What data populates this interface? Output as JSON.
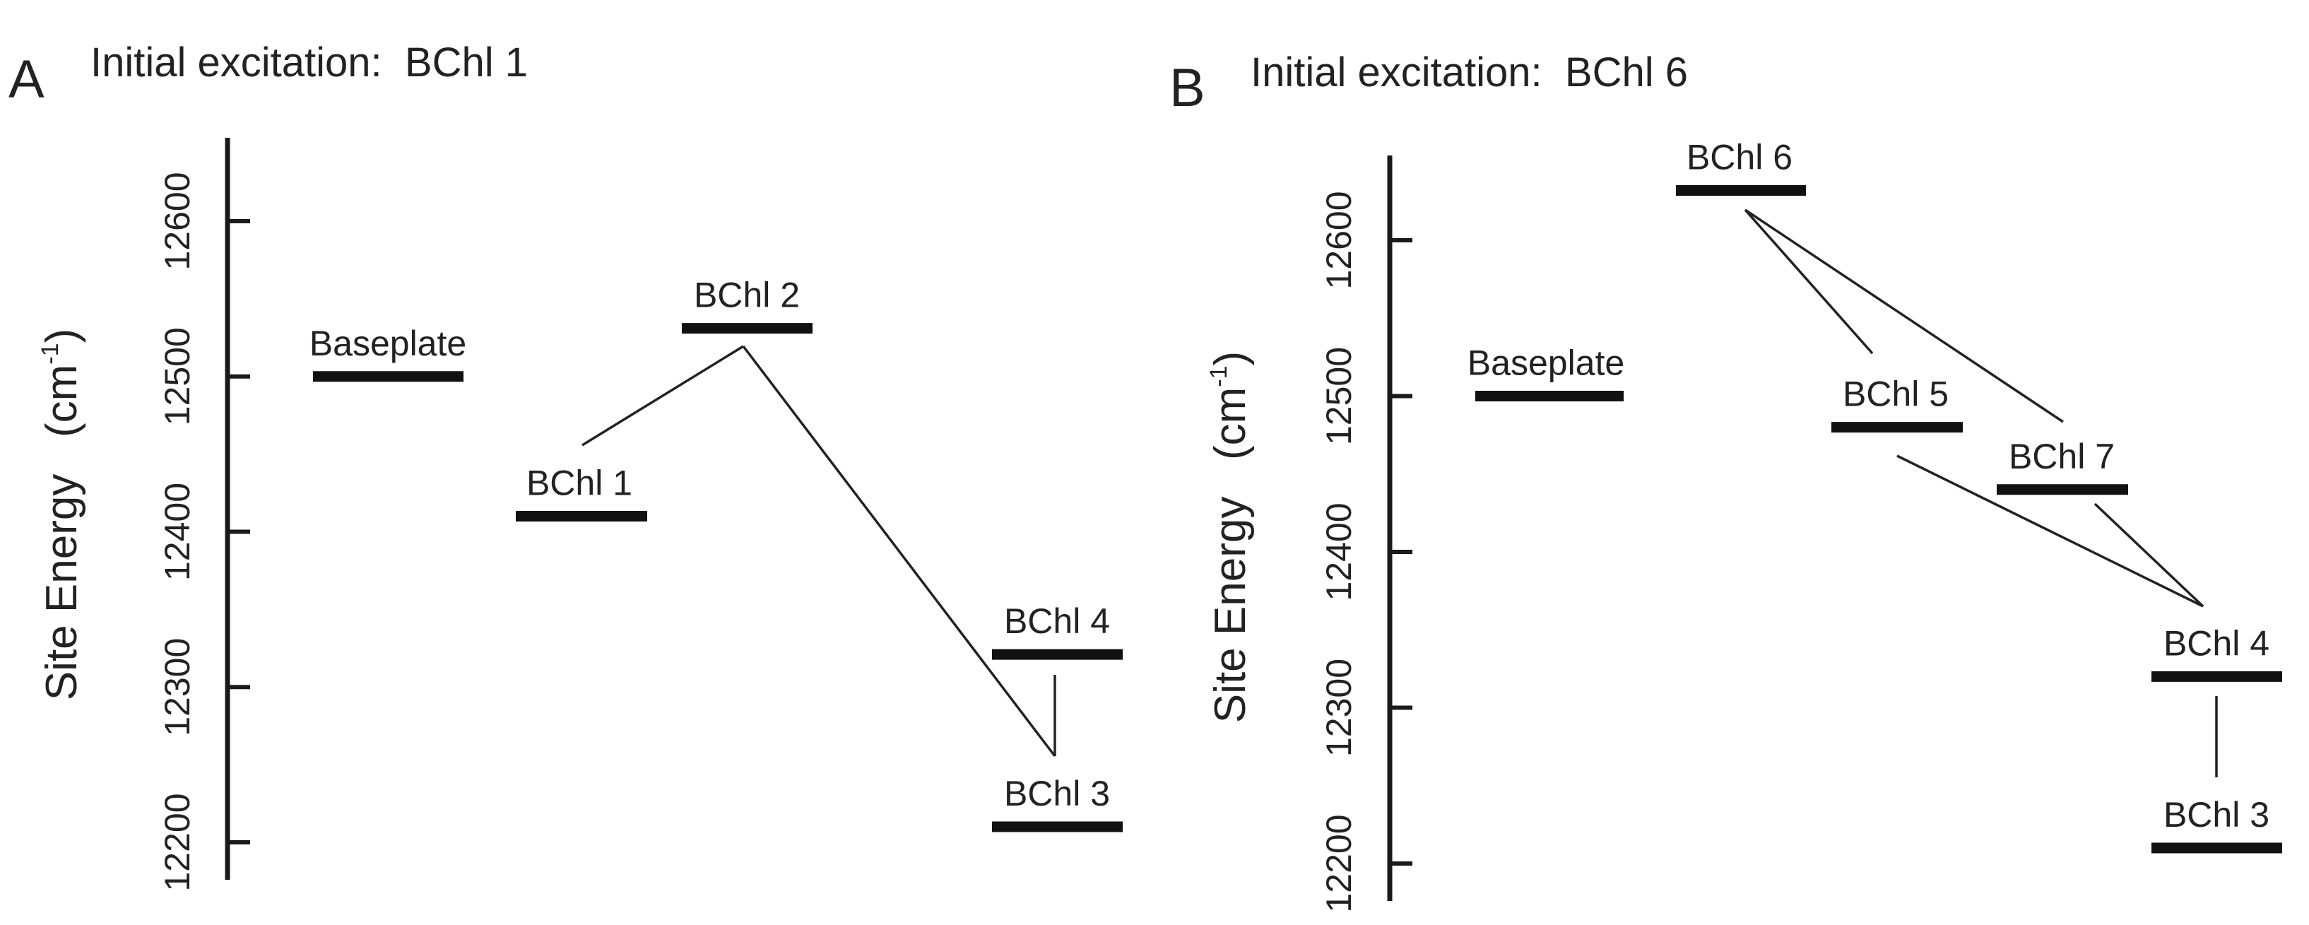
{
  "chart_data": [
    {
      "type": "energy-level-diagram",
      "panel": "A",
      "title_prefix": "Initial excitation:",
      "title_subject": "BChl  1",
      "ylabel": "Site Energy",
      "yunit": "(cm",
      "yunit_sup": "-1",
      "yunit_close": ")",
      "ylim": [
        12180,
        12655
      ],
      "yticks": [
        12200,
        12300,
        12400,
        12500,
        12600
      ],
      "ytick_labels": [
        "12200",
        "12300",
        "12400",
        "12500",
        "12600"
      ],
      "levels": [
        {
          "id": "base",
          "label": "Baseplate",
          "energy": 12500
        },
        {
          "id": "b1",
          "label": "BChl 1",
          "energy": 12410
        },
        {
          "id": "b2",
          "label": "BChl 2",
          "energy": 12531
        },
        {
          "id": "b4",
          "label": "BChl 4",
          "energy": 12321
        },
        {
          "id": "b3",
          "label": "BChl 3",
          "energy": 12210
        }
      ],
      "pathways": [
        [
          "b1",
          "b2"
        ],
        [
          "b2",
          "b3"
        ],
        [
          "b4",
          "b3"
        ]
      ]
    },
    {
      "type": "energy-level-diagram",
      "panel": "B",
      "title_prefix": "Initial excitation:",
      "title_subject": "BChl  6",
      "ylabel": "Site Energy",
      "yunit": "(cm",
      "yunit_sup": "-1",
      "yunit_close": ")",
      "ylim": [
        12175,
        12655
      ],
      "yticks": [
        12200,
        12300,
        12400,
        12500,
        12600
      ],
      "ytick_labels": [
        "12200",
        "12300",
        "12400",
        "12500",
        "12600"
      ],
      "levels": [
        {
          "id": "base",
          "label": "Baseplate",
          "energy": 12500
        },
        {
          "id": "b6",
          "label": "BChl 6",
          "energy": 12632
        },
        {
          "id": "b5",
          "label": "BChl 5",
          "energy": 12480
        },
        {
          "id": "b7",
          "label": "BChl 7",
          "energy": 12440
        },
        {
          "id": "b4",
          "label": "BChl 4",
          "energy": 12320
        },
        {
          "id": "b3",
          "label": "BChl 3",
          "energy": 12210
        }
      ],
      "pathways": [
        [
          "b6",
          "b5"
        ],
        [
          "b6",
          "b7"
        ],
        [
          "b5",
          "b4"
        ],
        [
          "b7",
          "b4"
        ],
        [
          "b4",
          "b3"
        ]
      ]
    }
  ]
}
